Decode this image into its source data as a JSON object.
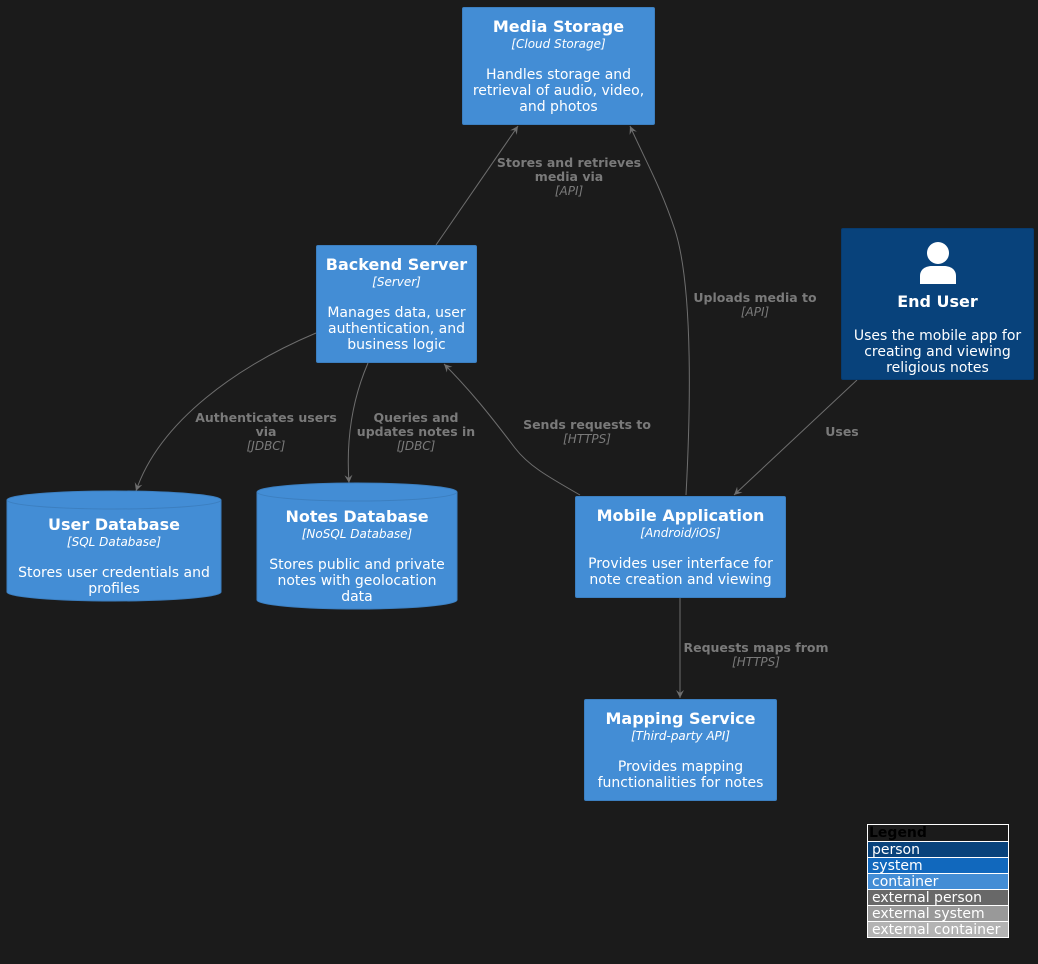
{
  "nodes": {
    "media_storage": {
      "title": "Media Storage",
      "tech": "[Cloud Storage]",
      "desc": "Handles storage and retrieval of audio, video, and photos"
    },
    "backend_server": {
      "title": "Backend Server",
      "tech": "[Server]",
      "desc": "Manages data, user authentication, and business logic"
    },
    "end_user": {
      "title": "End User",
      "desc": "Uses the mobile app for creating and viewing religious notes"
    },
    "user_database": {
      "title": "User Database",
      "tech": "[SQL Database]",
      "desc": "Stores user credentials and profiles"
    },
    "notes_database": {
      "title": "Notes Database",
      "tech": "[NoSQL Database]",
      "desc": "Stores public and private notes with geolocation data"
    },
    "mobile_application": {
      "title": "Mobile Application",
      "tech": "[Android/iOS]",
      "desc": "Provides user interface for note creation and viewing"
    },
    "mapping_service": {
      "title": "Mapping Service",
      "tech": "[Third-party API]",
      "desc": "Provides mapping functionalities for notes"
    }
  },
  "edges": {
    "backend_to_media": {
      "label": "Stores and retrieves media via",
      "tech": "[API]"
    },
    "mobile_to_media": {
      "label": "Uploads media to",
      "tech": "[API]"
    },
    "backend_to_userdb": {
      "label": "Authenticates users via",
      "tech": "[JDBC]"
    },
    "backend_to_notesdb": {
      "label": "Queries and updates notes in",
      "tech": "[JDBC]"
    },
    "mobile_to_backend": {
      "label": "Sends requests to",
      "tech": "[HTTPS]"
    },
    "user_to_mobile": {
      "label": "Uses",
      "tech": ""
    },
    "mobile_to_mapping": {
      "label": "Requests maps from",
      "tech": "[HTTPS]"
    }
  },
  "legend": {
    "title": "Legend",
    "items": [
      {
        "label": "person",
        "color": "#08427b"
      },
      {
        "label": "system",
        "color": "#1168bd"
      },
      {
        "label": "container",
        "color": "#438dd5"
      },
      {
        "label": "external person",
        "color": "#686868"
      },
      {
        "label": "external system",
        "color": "#999999"
      },
      {
        "label": "external container",
        "color": "#b3b3b3"
      }
    ]
  },
  "colors": {
    "background": "#1b1b1b",
    "container": "#438dd5",
    "person": "#08427b",
    "edge": "#6e6e6e",
    "edge_label": "#7a7a7a"
  }
}
